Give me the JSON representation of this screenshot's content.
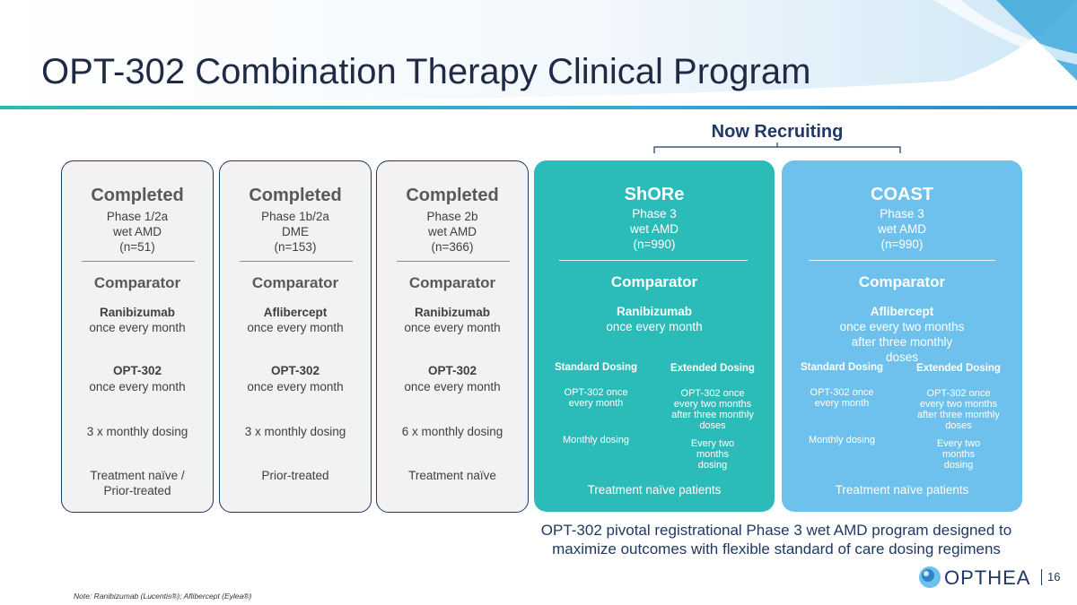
{
  "slide": {
    "title": "OPT-302 Combination Therapy Clinical Program",
    "recruiting_label": "Now Recruiting",
    "summary": "OPT-302 pivotal registrational Phase 3 wet AMD program designed to maximize outcomes with flexible standard of care dosing regimens",
    "note": "Note: Ranibizumab (Lucentis®); Aflibercept (Eylea®)",
    "logo_text": "OPTHEA",
    "page_number": "16",
    "colors": {
      "navy": "#1f3864",
      "teal": "#2bbbb8",
      "sky": "#6ec1ed",
      "card_grey": "#f2f2f2"
    }
  },
  "cards": [
    {
      "status": "Completed",
      "phase": "Phase 1/2a",
      "indication": "wet AMD",
      "n": "(n=51)",
      "comparator_label": "Comparator",
      "comparator_drug": "Ranibizumab",
      "comparator_freq": "once every month",
      "opt_label": "OPT-302",
      "opt_freq": "once every month",
      "dosing": "3 x monthly dosing",
      "population": "Treatment naïve / Prior-treated"
    },
    {
      "status": "Completed",
      "phase": "Phase 1b/2a",
      "indication": "DME",
      "n": "(n=153)",
      "comparator_label": "Comparator",
      "comparator_drug": "Aflibercept",
      "comparator_freq": "once every month",
      "opt_label": "OPT-302",
      "opt_freq": "once every month",
      "dosing": "3 x monthly dosing",
      "population": "Prior-treated"
    },
    {
      "status": "Completed",
      "phase": "Phase 2b",
      "indication": "wet AMD",
      "n": "(n=366)",
      "comparator_label": "Comparator",
      "comparator_drug": "Ranibizumab",
      "comparator_freq": "once every month",
      "opt_label": "OPT-302",
      "opt_freq": "once every month",
      "dosing": "6 x monthly dosing",
      "population": "Treatment naïve"
    },
    {
      "status": "ShORe",
      "phase": "Phase 3",
      "indication": "wet AMD",
      "n": "(n=990)",
      "comparator_label": "Comparator",
      "comparator_drug": "Ranibizumab",
      "comparator_freq": "once every month",
      "standard": {
        "label": "Standard Dosing",
        "opt": "OPT-302 once every month",
        "dosing": "Monthly dosing"
      },
      "extended": {
        "label": "Extended Dosing",
        "opt": "OPT-302 once every two months after three monthly doses",
        "dosing": "Every two months dosing"
      },
      "population": "Treatment naïve patients"
    },
    {
      "status": "COAST",
      "phase": "Phase 3",
      "indication": "wet AMD",
      "n": "(n=990)",
      "comparator_label": "Comparator",
      "comparator_drug": "Aflibercept",
      "comparator_freq": "once every two months after three monthly doses",
      "standard": {
        "label": "Standard Dosing",
        "opt": "OPT-302 once every month",
        "dosing": "Monthly dosing"
      },
      "extended": {
        "label": "Extended Dosing",
        "opt": "OPT-302 once every two months after three monthly doses",
        "dosing": "Every two months dosing"
      },
      "population": "Treatment naïve patients"
    }
  ]
}
